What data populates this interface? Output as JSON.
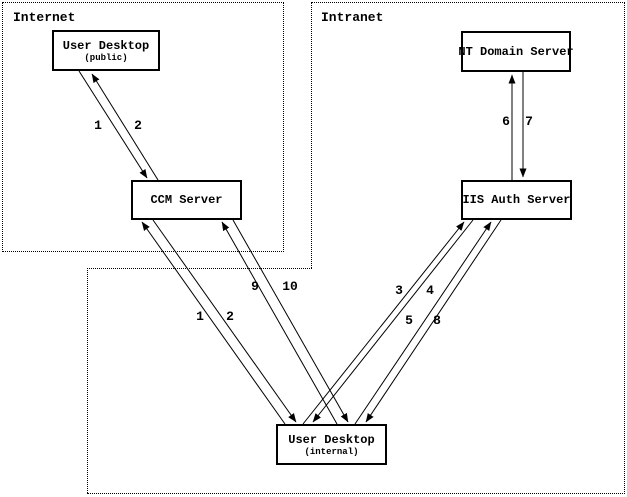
{
  "diagram": {
    "type": "network-authentication-flow",
    "background": "#ffffff",
    "line_color": "#000000"
  },
  "regions": {
    "internet": {
      "label": "Internet"
    },
    "intranet": {
      "label": "Intranet"
    }
  },
  "nodes": {
    "user_desktop_public": {
      "title": "User Desktop",
      "subtitle": "(public)"
    },
    "ccm_server": {
      "title": "CCM Server"
    },
    "nt_domain_server": {
      "title": "NT Domain Server"
    },
    "iis_auth_server": {
      "title": "IIS Auth Server"
    },
    "user_desktop_internal": {
      "title": "User Desktop",
      "subtitle": "(internal)"
    }
  },
  "edges": [
    {
      "label": "1",
      "from": "user_desktop_public",
      "to": "ccm_server"
    },
    {
      "label": "2",
      "from": "ccm_server",
      "to": "user_desktop_public"
    },
    {
      "label": "1",
      "from": "user_desktop_internal",
      "to": "ccm_server"
    },
    {
      "label": "2",
      "from": "ccm_server",
      "to": "user_desktop_internal"
    },
    {
      "label": "9",
      "from": "user_desktop_internal",
      "to": "ccm_server"
    },
    {
      "label": "10",
      "from": "ccm_server",
      "to": "user_desktop_internal"
    },
    {
      "label": "3",
      "from": "user_desktop_internal",
      "to": "iis_auth_server"
    },
    {
      "label": "4",
      "from": "iis_auth_server",
      "to": "user_desktop_internal"
    },
    {
      "label": "5",
      "from": "user_desktop_internal",
      "to": "iis_auth_server"
    },
    {
      "label": "8",
      "from": "iis_auth_server",
      "to": "user_desktop_internal"
    },
    {
      "label": "6",
      "from": "iis_auth_server",
      "to": "nt_domain_server"
    },
    {
      "label": "7",
      "from": "nt_domain_server",
      "to": "iis_auth_server"
    }
  ]
}
